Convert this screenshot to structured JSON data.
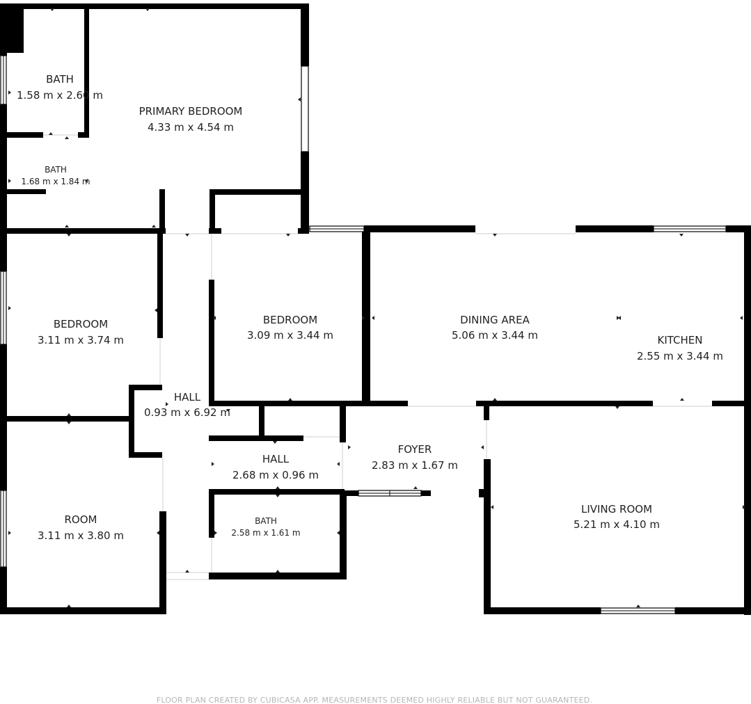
{
  "rooms": [
    {
      "id": "bath-1",
      "name": "BATH",
      "dim": "1.58 m x 2.60 m"
    },
    {
      "id": "primary-bedroom",
      "name": "PRIMARY BEDROOM",
      "dim": "4.33 m x 4.54 m"
    },
    {
      "id": "bath-2",
      "name": "BATH",
      "dim": "1.68 m x 1.84 m"
    },
    {
      "id": "bedroom-1",
      "name": "BEDROOM",
      "dim": "3.11 m x 3.74 m"
    },
    {
      "id": "bedroom-2",
      "name": "BEDROOM",
      "dim": "3.09 m x 3.44 m"
    },
    {
      "id": "dining-area",
      "name": "DINING AREA",
      "dim": "5.06 m x 3.44 m"
    },
    {
      "id": "kitchen",
      "name": "KITCHEN",
      "dim": "2.55 m x 3.44 m"
    },
    {
      "id": "hall-1",
      "name": "HALL",
      "dim": "0.93 m x 6.92 m"
    },
    {
      "id": "hall-2",
      "name": "HALL",
      "dim": "2.68 m x 0.96 m"
    },
    {
      "id": "foyer",
      "name": "FOYER",
      "dim": "2.83 m x 1.67 m"
    },
    {
      "id": "room",
      "name": "ROOM",
      "dim": "3.11 m x 3.80 m"
    },
    {
      "id": "bath-3",
      "name": "BATH",
      "dim": "2.58 m x 1.61 m"
    },
    {
      "id": "living-room",
      "name": "LIVING ROOM",
      "dim": "5.21 m x 4.10 m"
    }
  ],
  "footer": "FLOOR PLAN CREATED BY CUBICASA APP. MEASUREMENTS DEEMED HIGHLY RELIABLE BUT NOT GUARANTEED.",
  "colors": {
    "wall": "#000000",
    "background": "#ffffff",
    "text": "#222222",
    "footer": "#b5b5b5"
  }
}
